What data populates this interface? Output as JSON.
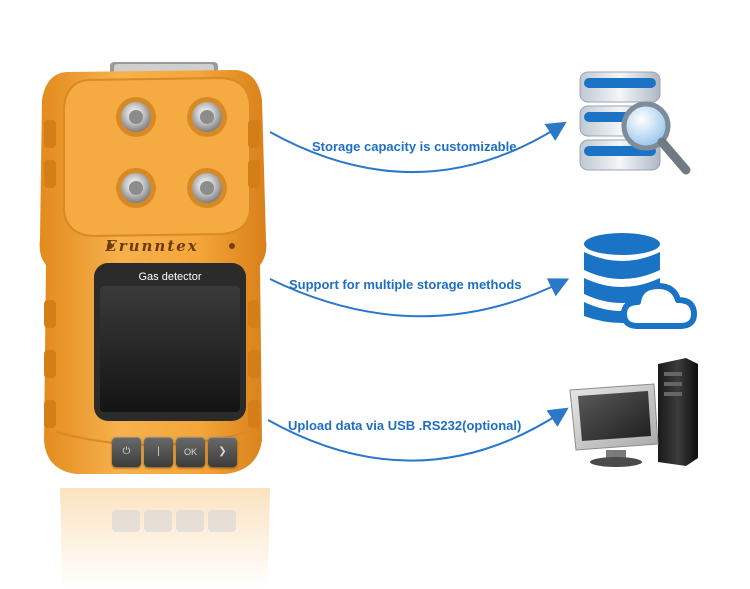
{
  "device": {
    "brand": "Erunntex",
    "screen_label": "Gas detector",
    "keys": [
      {
        "name": "power",
        "label": ""
      },
      {
        "name": "divider",
        "label": ""
      },
      {
        "name": "ok",
        "label": "OK"
      },
      {
        "name": "next",
        "label": ""
      }
    ]
  },
  "features": [
    {
      "text": "Storage capacity is customizable",
      "icon": "database-search-icon"
    },
    {
      "text": "Support for multiple storage methods",
      "icon": "database-cloud-icon"
    },
    {
      "text": "Upload data via USB .RS232(optional)",
      "icon": "desktop-computer-icon"
    }
  ],
  "colors": {
    "device_orange": "#f2a23a",
    "device_dark_orange": "#d27c16",
    "label_blue": "#1f6fc1",
    "arrow_blue": "#2a78c8",
    "db_blue": "#1a73c5"
  }
}
